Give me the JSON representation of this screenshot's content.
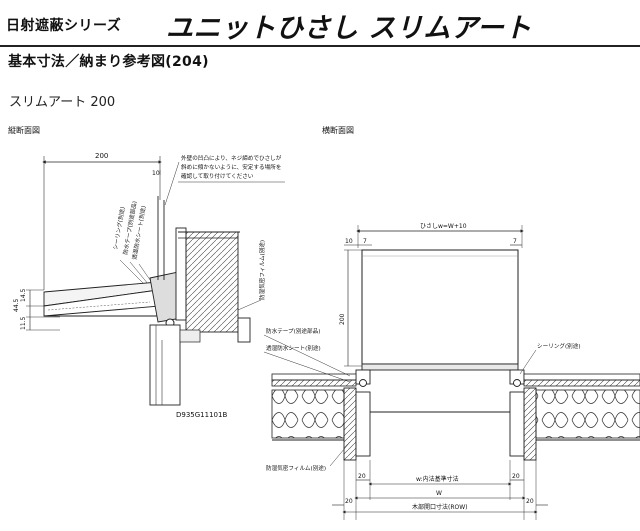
{
  "header": {
    "series": "日射遮蔽シリーズ",
    "product": "ユニットひさし スリムアート"
  },
  "section_title": "基本寸法／納まり参考図(204)",
  "model": "スリムアート 200",
  "vertical_section": {
    "title": "縦断面図",
    "dim_top": "200",
    "dim_side": "10",
    "dim_left_1": "44.5",
    "dim_left_2": "14.5",
    "dim_left_3": "11.5",
    "note_lines": [
      "外壁の凹凸により、ネジ締めでひさしが",
      "斜めに傾かないように、安定する場所を",
      "確認して取り付けてください"
    ],
    "label_sealing": "シーリング(別途)",
    "label_tape": "防水テープ(別途部品)",
    "label_sheet": "透湿防水シート(別途)",
    "label_film": "防湿気密フィルム(別途)",
    "drawing_code": "D935G11101B"
  },
  "horizontal_section": {
    "title": "横断面図",
    "dim_hisashi": "ひさしw=W+10",
    "dim_10": "10",
    "dim_7_left": "7",
    "dim_7_right": "7",
    "dim_200": "200",
    "label_tape": "防水テープ(別途部品)",
    "label_sheet": "透湿防水シート(別途)",
    "label_sealing": "シーリング(別途)",
    "label_film": "防湿気密フィルム(別途)",
    "dim_20_left_top": "20",
    "dim_20_right_top": "20",
    "dim_w_inner": "w:内法基準寸法",
    "dim_W": "W",
    "dim_row": "木部開口寸法(ROW)",
    "dim_20_left_bottom": "20",
    "dim_20_right_bottom": "20"
  }
}
